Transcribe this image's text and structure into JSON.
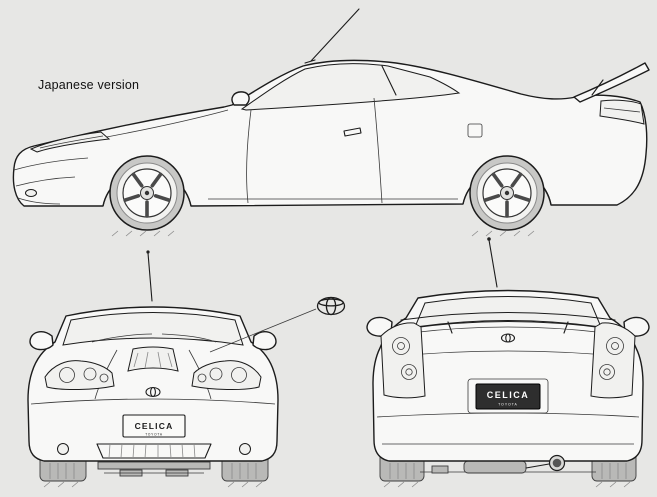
{
  "caption": "Japanese version",
  "colors": {
    "background": "#e7e7e5",
    "line": "#1c1c1c",
    "body_fill": "#f8f8f7",
    "badge_background": "#2e2e2e",
    "badge_text": "#ffffff"
  },
  "front_view": {
    "plate": {
      "line1": "CELICA",
      "line2": "TOYOTA"
    }
  },
  "rear_view": {
    "badge": {
      "line1": "CELICA",
      "line2": "TOYOTA"
    }
  }
}
